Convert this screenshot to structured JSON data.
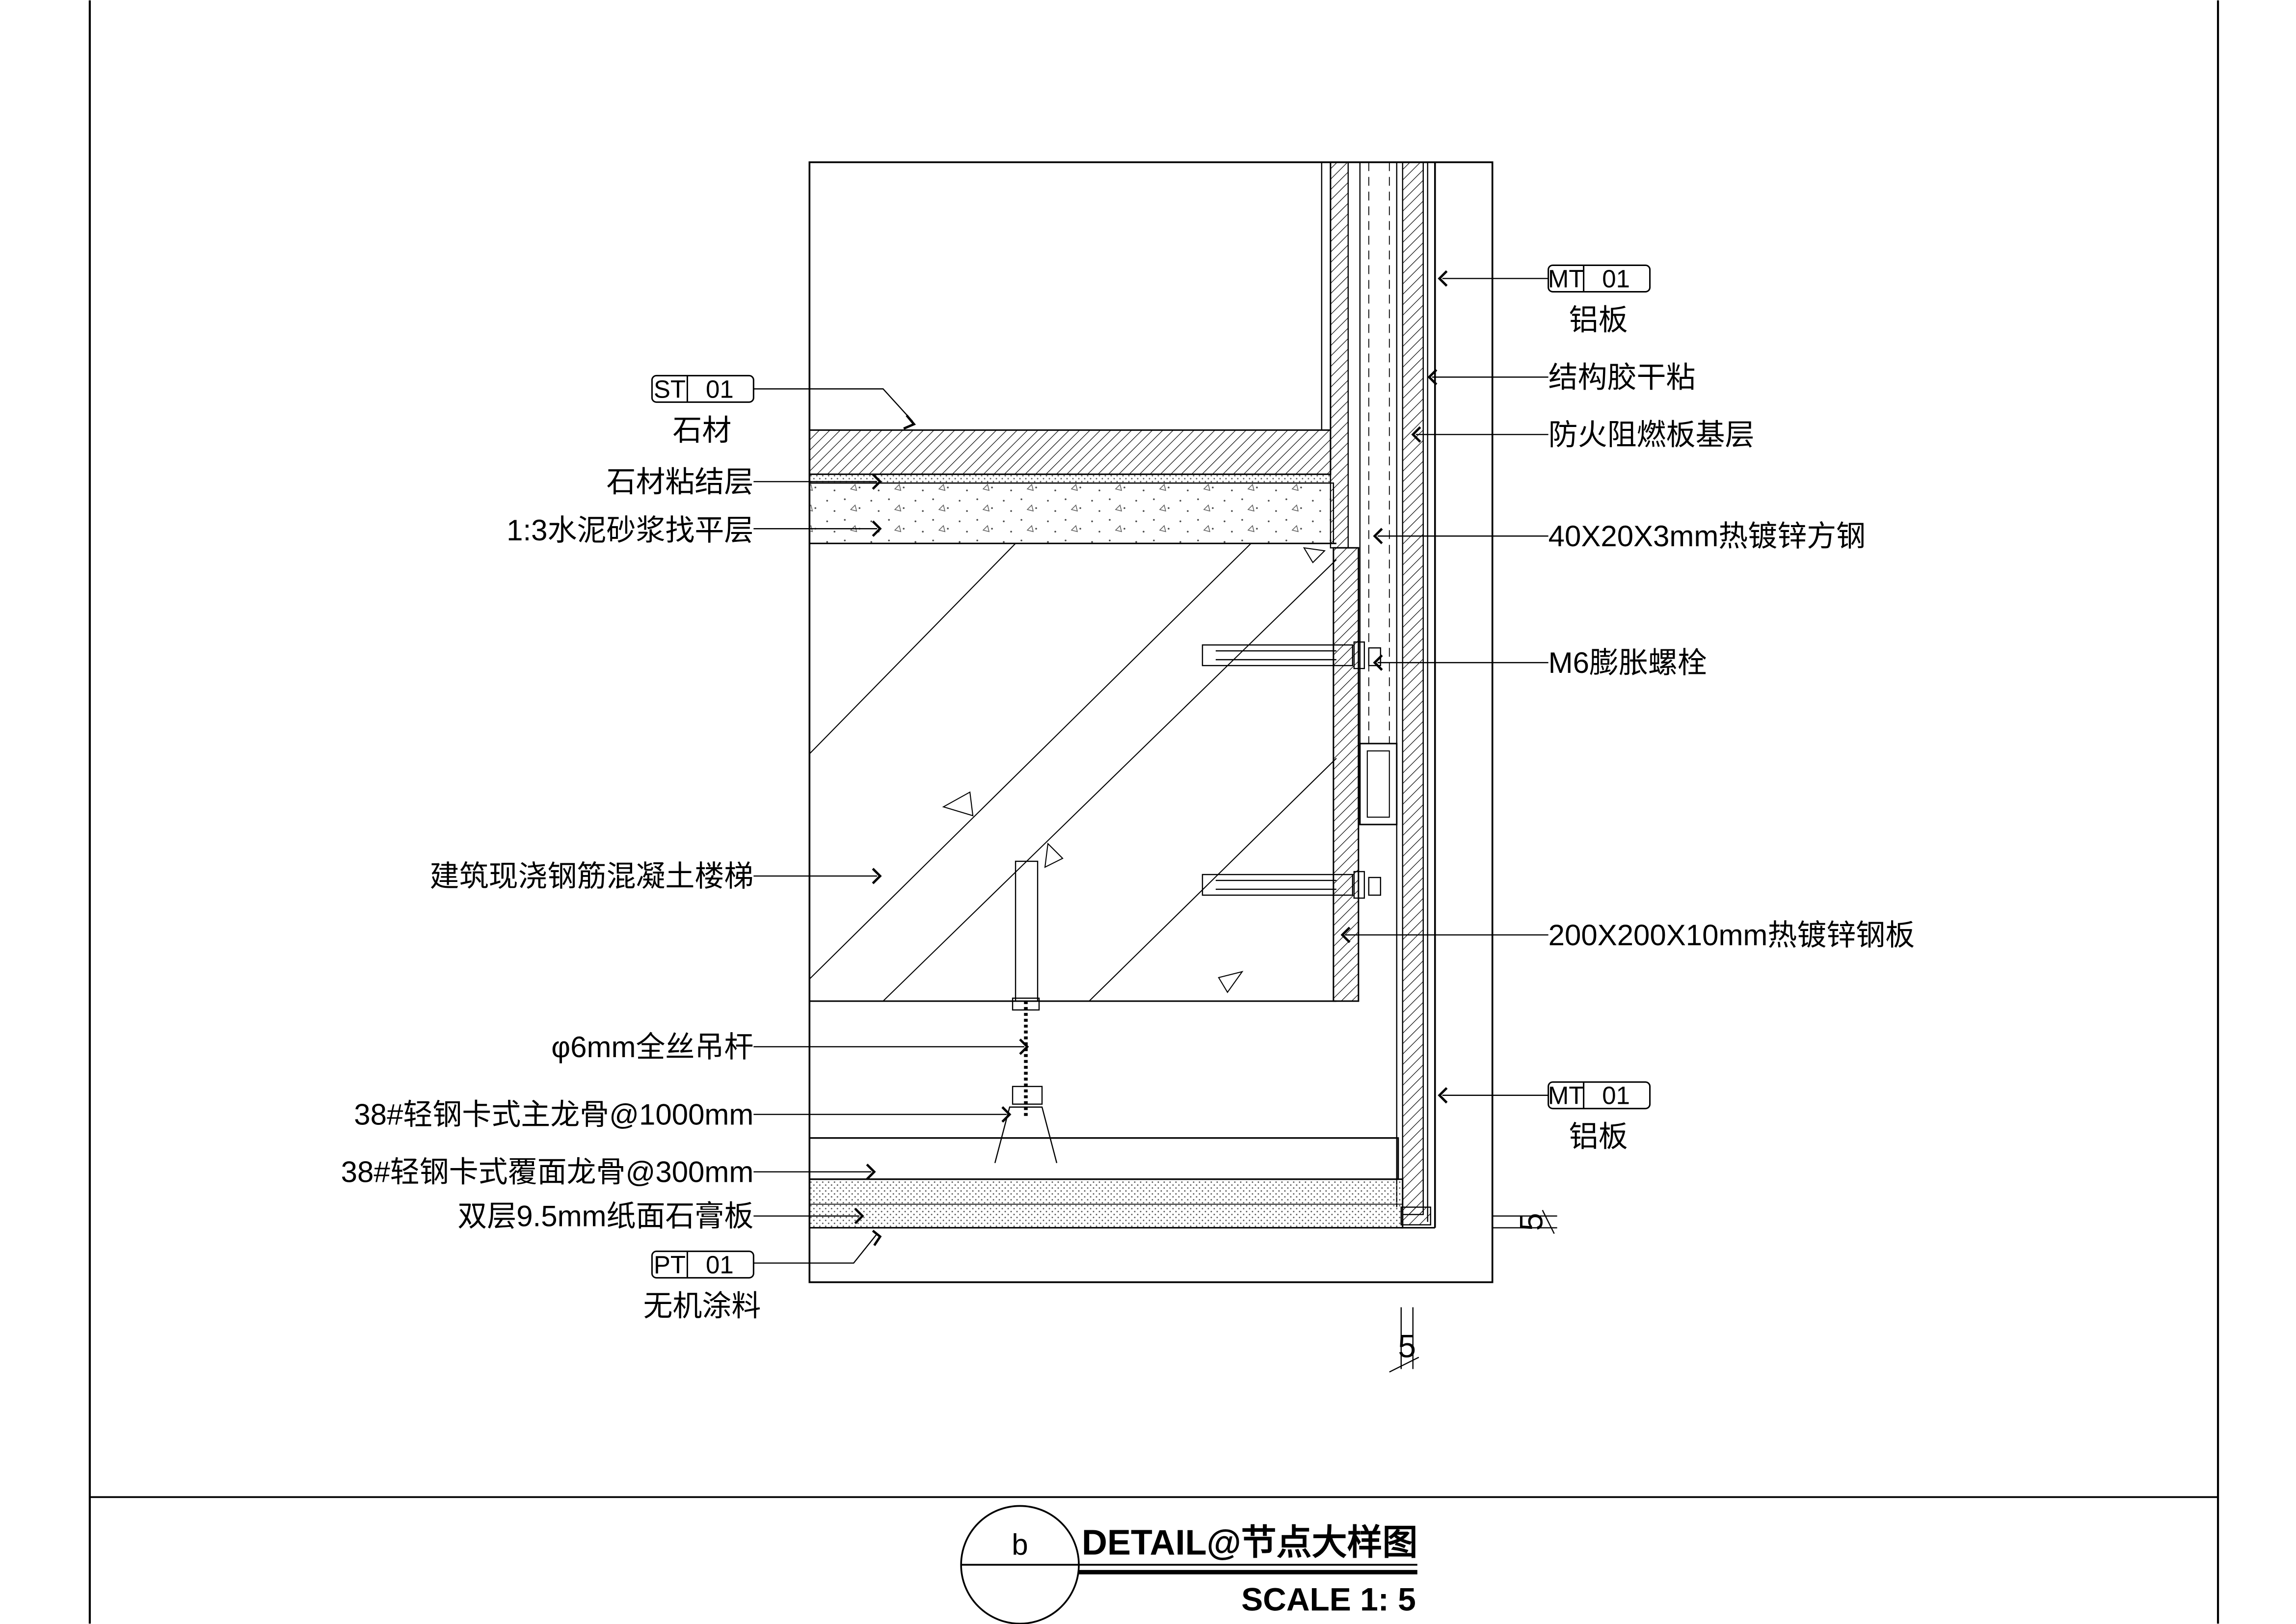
{
  "drawing": {
    "labels_left": {
      "st01_tag_code": "ST",
      "st01_tag_num": "01",
      "st01_name": "石材",
      "stone_bond": "石材粘结层",
      "mortar": "1:3水泥砂浆找平层",
      "concrete_stair": "建筑现浇钢筋混凝土楼梯",
      "hanger_rod": "φ6mm全丝吊杆",
      "main_keel": "38#轻钢卡式主龙骨@1000mm",
      "cover_keel": "38#轻钢卡式覆面龙骨@300mm",
      "gypsum": "双层9.5mm纸面石膏板",
      "pt01_tag_code": "PT",
      "pt01_tag_num": "01",
      "pt01_name": "无机涂料"
    },
    "labels_right": {
      "mt01_top_tag_code": "MT",
      "mt01_top_tag_num": "01",
      "mt01_top_name": "铝板",
      "structural_glue": "结构胶干粘",
      "fire_board": "防火阻燃板基层",
      "square_steel": "40X20X3mm热镀锌方钢",
      "bolt": "M6膨胀螺栓",
      "steel_plate": "200X200X10mm热镀锌钢板",
      "mt01_bottom_tag_code": "MT",
      "mt01_bottom_tag_num": "01",
      "mt01_bottom_name": "铝板"
    },
    "dimensions": {
      "side_dim": "5",
      "bottom_dim": "5"
    }
  },
  "title_block": {
    "detail_id": "b",
    "title": "DETAIL@节点大样图",
    "scale": "SCALE 1: 5"
  }
}
